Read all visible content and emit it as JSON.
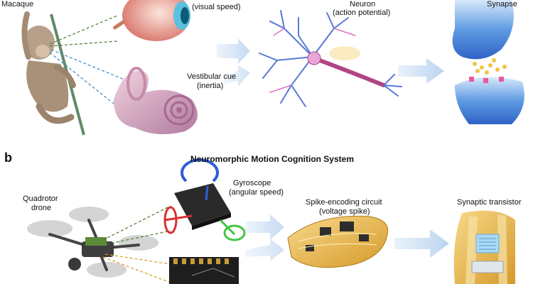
{
  "panel_a": {
    "macaque_label": "Macaque",
    "visual_cue_sub": "(visual speed)",
    "neuron_label": "Neuron",
    "neuron_sub": "(action potential)",
    "synapse_label": "Synapse",
    "vestibular_label": "Vestibular cue",
    "vestibular_sub": "(inertia)"
  },
  "panel_b": {
    "letter": "b",
    "title": "Neuromorphic Motion Cognition System",
    "drone_label_1": "Quadrotor",
    "drone_label_2": "drone",
    "gyro_label": "Gyroscope",
    "gyro_sub": "(angular speed)",
    "spike_label": "Spike-encoding circuit",
    "spike_sub": "(voltage spike)",
    "transistor_label": "Synaptic transistor"
  },
  "colors": {
    "green_dash": "#4a7a2a",
    "blue_dash": "#3b86c7",
    "orange_dash": "#d49a1c",
    "arrow": "#c9dcf2"
  }
}
